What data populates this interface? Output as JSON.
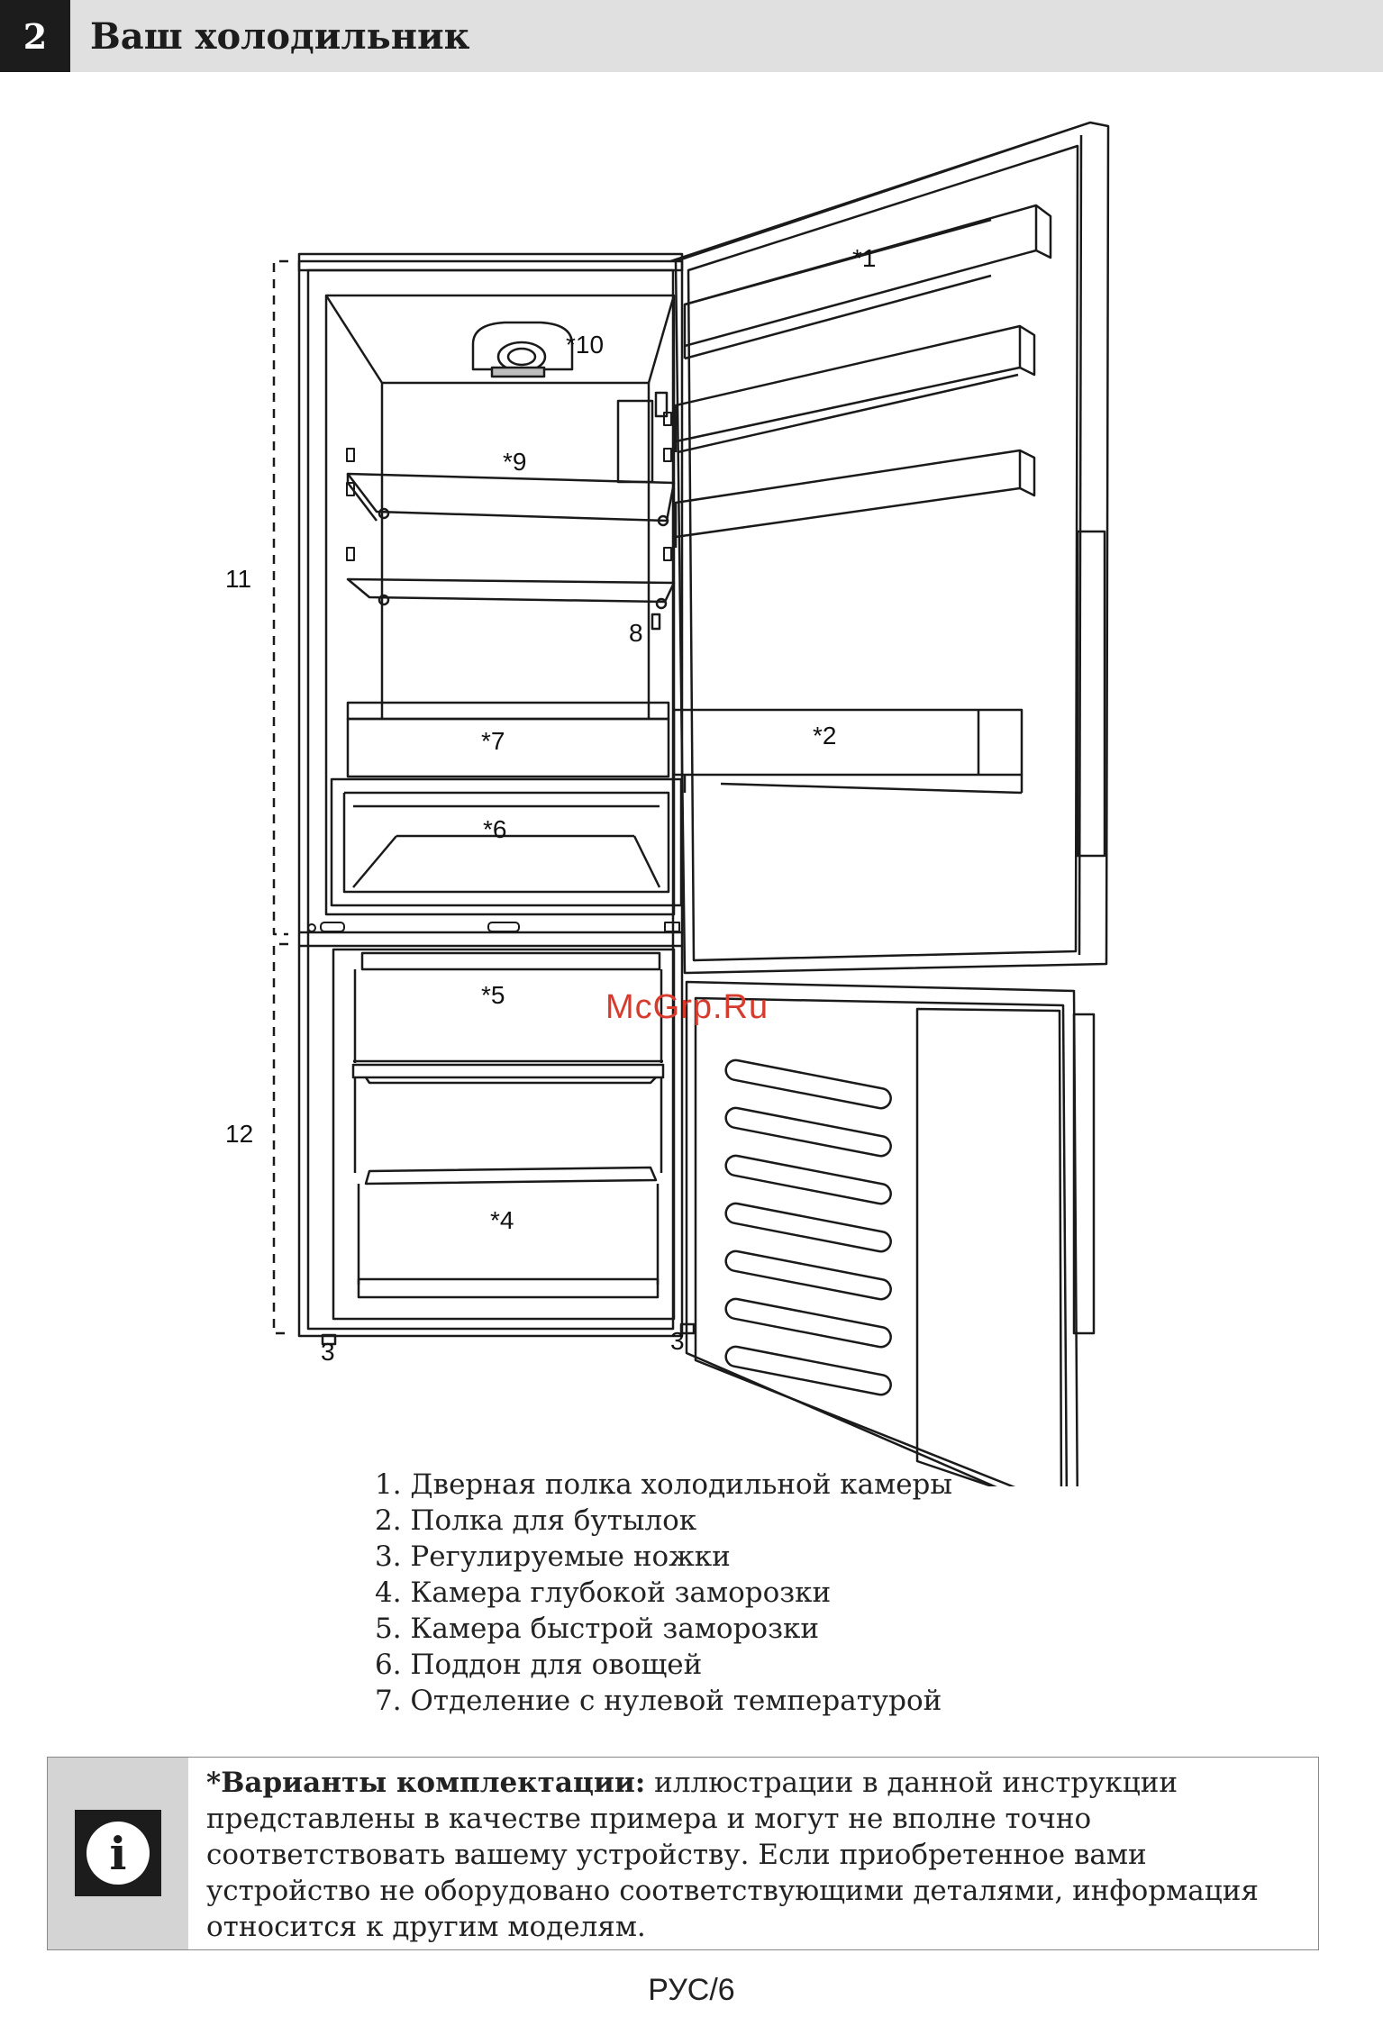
{
  "header": {
    "section_number": "2",
    "title": "Ваш холодильник"
  },
  "diagram": {
    "callouts": {
      "c1": "*1",
      "c2": "*2",
      "c3a": "3",
      "c3b": "3",
      "c4": "*4",
      "c5": "*5",
      "c6": "*6",
      "c7": "*7",
      "c8": "8",
      "c9": "*9",
      "c10": "*10",
      "c11": "11",
      "c12": "12"
    }
  },
  "watermark": "McGrp.Ru",
  "legend": [
    "1. Дверная полка холодильной камеры",
    "2. Полка для бутылок",
    "3. Регулируемые ножки",
    "4. Камера глубокой заморозки",
    "5. Камера быстрой заморозки",
    "6. Поддон для овощей",
    "7. Отделение с нулевой температурой"
  ],
  "note": {
    "lead": "*Варианты комплектации:",
    "body": " иллюстрации в данной инструкции представлены в качестве примера и могут не вполне точно соответствовать вашему устройству. Если приобретенное вами устройство не оборудовано соответствующими деталями, информация относится к другим моделям."
  },
  "page_number": "РУС/6",
  "colors": {
    "header_bg": "#e0e0e0",
    "accent_dark": "#1c1c1c",
    "watermark": "#d73b2e"
  }
}
